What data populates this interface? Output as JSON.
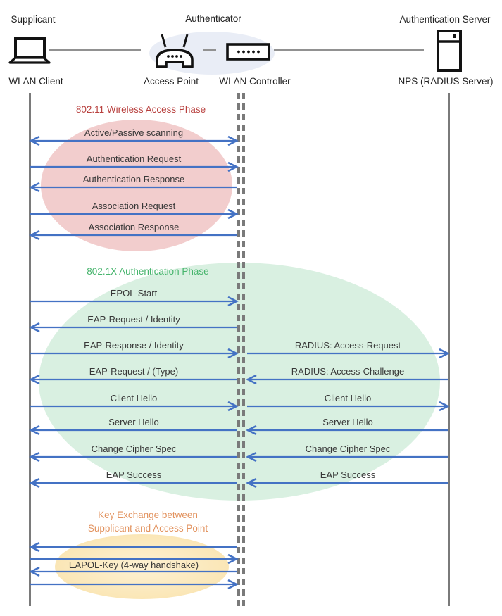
{
  "header": {
    "roles": [
      {
        "label": "Supplicant"
      },
      {
        "label": "Authenticator"
      },
      {
        "label": "Authentication Server"
      }
    ],
    "devices": [
      {
        "label": "WLAN Client",
        "icon": "laptop-icon"
      },
      {
        "label": "Access Point",
        "icon": "access-point-icon"
      },
      {
        "label": "WLAN Controller",
        "icon": "wlan-controller-icon"
      },
      {
        "label": "NPS (RADIUS Server)",
        "icon": "server-icon"
      }
    ]
  },
  "phases": {
    "wireless": {
      "title": "802.11 Wireless Access Phase",
      "color": "#b8403e"
    },
    "auth": {
      "title": "802.1X Authentication Phase",
      "color": "#46b46c"
    },
    "key": {
      "title": "Key Exchange between\nSupplicant and Access Point",
      "color": "#e2925e"
    }
  },
  "messages": {
    "red": [
      {
        "label": "Active/Passive scanning",
        "dir": "both"
      },
      {
        "label": "Authentication Request",
        "dir": "right"
      },
      {
        "label": "Authentication Response",
        "dir": "left"
      },
      {
        "label": "Association Request",
        "dir": "right"
      },
      {
        "label": "Association Response",
        "dir": "left"
      }
    ],
    "green_left": [
      {
        "label": "EPOL-Start",
        "dir": "right"
      },
      {
        "label": "EAP-Request / Identity",
        "dir": "left"
      },
      {
        "label": "EAP-Response / Identity",
        "dir": "right"
      },
      {
        "label": "EAP-Request / (Type)",
        "dir": "left"
      },
      {
        "label": "Client Hello",
        "dir": "right"
      },
      {
        "label": "Server Hello",
        "dir": "left"
      },
      {
        "label": "Change Cipher Spec",
        "dir": "left"
      },
      {
        "label": "EAP Success",
        "dir": "left"
      }
    ],
    "green_right": [
      {
        "label": "RADIUS: Access-Request",
        "dir": "right"
      },
      {
        "label": "RADIUS: Access-Challenge",
        "dir": "left"
      },
      {
        "label": "Client Hello",
        "dir": "right"
      },
      {
        "label": "Server Hello",
        "dir": "left"
      },
      {
        "label": "Change Cipher Spec",
        "dir": "left"
      },
      {
        "label": "EAP Success",
        "dir": "left"
      }
    ],
    "key_exchange": {
      "label": "EAPOL-Key (4-way handshake)",
      "arrows": [
        "left",
        "right",
        "left",
        "right"
      ]
    }
  },
  "colors": {
    "arrow": "#4472c4",
    "lifeline": "#7a7a7a",
    "red_ellipse": "#f2cdcd",
    "green_ellipse": "#d9f0e1",
    "yellow_ellipse": "#fbe7bc",
    "blue_ellipse": "#e9edf6",
    "text": "#383838"
  }
}
